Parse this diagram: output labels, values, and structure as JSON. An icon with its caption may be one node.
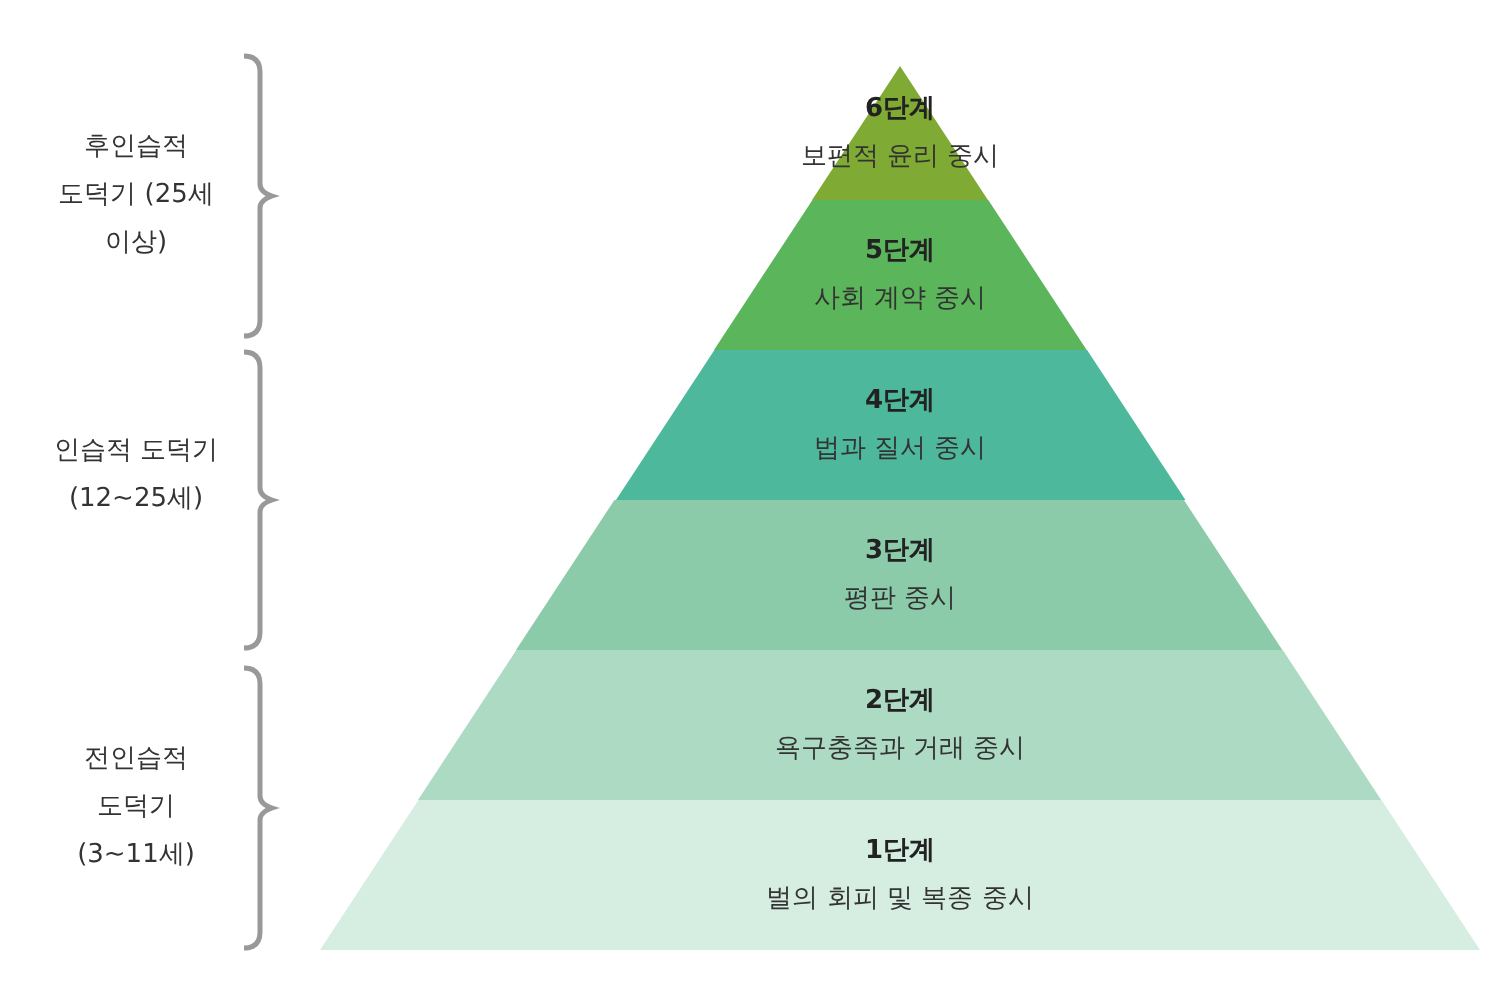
{
  "diagram": {
    "nodes": [
      {
        "text": [
          "6단계",
          "보편적 윤리 중시"
        ]
      },
      {
        "text": [
          "5단계",
          "사회 계약 중시"
        ]
      },
      {
        "text": [
          "4단계",
          "법과 질서 중시"
        ]
      },
      {
        "text": [
          "3단계",
          "평판 중시"
        ]
      },
      {
        "text": [
          "2단계",
          "욕구충족과 거래 중시"
        ]
      },
      {
        "text": [
          "1단계",
          "벌의 회피 및 복종 중시"
        ]
      }
    ],
    "edges": [],
    "labels": [
      "후인습적 도덕기 (25세 이상)",
      "인습적 도덕기 (12~25세)",
      "전인습적 도덕기 (3~11세)"
    ]
  }
}
